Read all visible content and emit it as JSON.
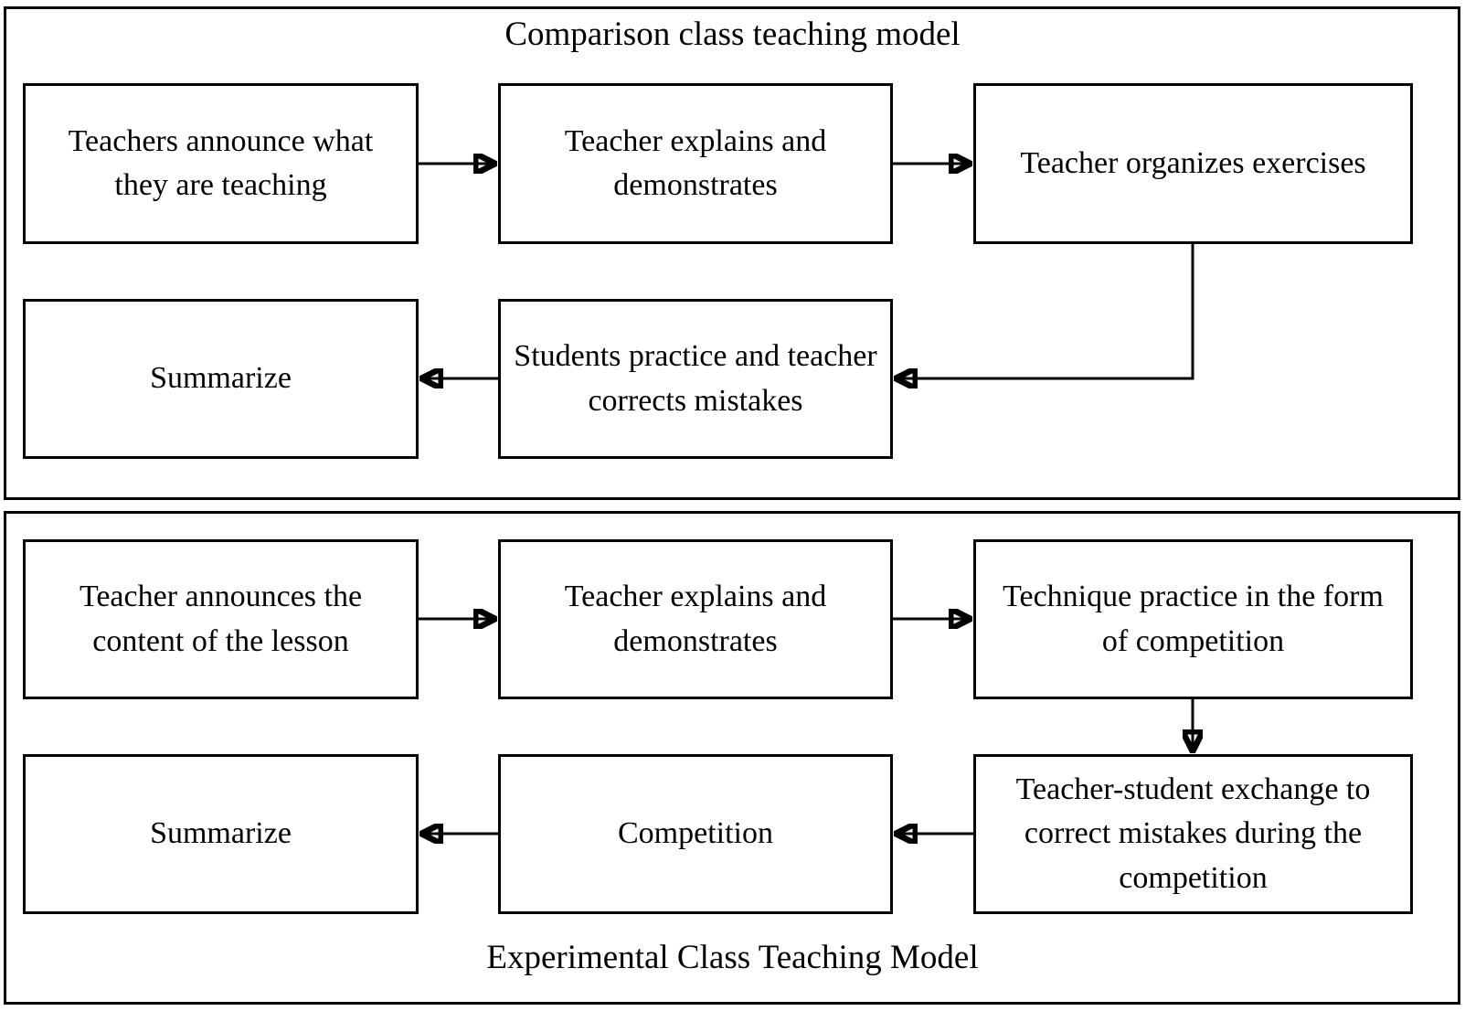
{
  "diagram": {
    "top": {
      "title": "Comparison class teaching model",
      "boxes": {
        "announce": "Teachers announce what they are teaching",
        "explain": "Teacher explains and demonstrates",
        "organize": "Teacher organizes exercises",
        "practice": "Students practice and teacher corrects mistakes",
        "summarize": "Summarize"
      }
    },
    "bottom": {
      "title": "Experimental Class Teaching Model",
      "boxes": {
        "announce": "Teacher announces the content of the lesson",
        "explain": "Teacher explains and demonstrates",
        "technique": "Technique practice in the form of competition",
        "exchange": "Teacher-student exchange to correct mistakes during the competition",
        "competition": "Competition",
        "summarize": "Summarize"
      }
    },
    "colors": {
      "stroke": "#000000",
      "background": "#ffffff"
    }
  }
}
